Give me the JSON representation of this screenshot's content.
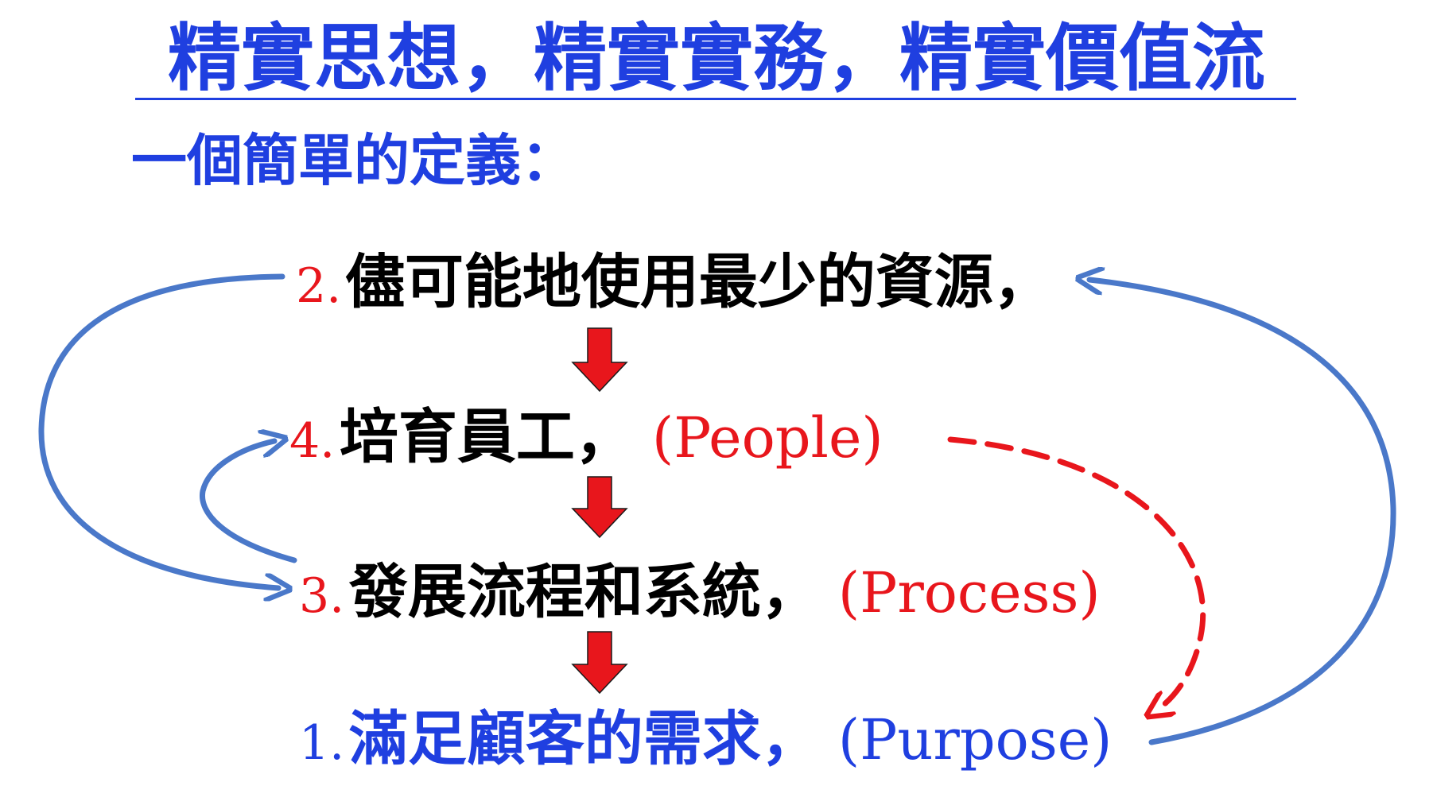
{
  "title": "精實思想，精實實務，精實價值流",
  "subtitle": "一個簡單的定義：",
  "steps": [
    {
      "number": "2.",
      "text": "儘可能地使用最少的資源，",
      "tag": ""
    },
    {
      "number": "4.",
      "text": "培育員工，",
      "tag": "(People)"
    },
    {
      "number": "3.",
      "text": "發展流程和系統，",
      "tag": "(Process)"
    },
    {
      "number": "1.",
      "text": "滿足顧客的需求，",
      "tag": "(Purpose)"
    }
  ],
  "colors": {
    "title_blue": "#1f3fe0",
    "number_red": "#e8161c",
    "down_arrow_red": "#e8161c",
    "loop_arrow_blue": "#4a78c9",
    "dashed_arrow_red": "#e8161c"
  },
  "icons": {
    "down_arrow": "down-arrow-icon",
    "loop_arrow": "curved-arrow-icon",
    "dashed_arrow": "dashed-curved-arrow-icon"
  }
}
